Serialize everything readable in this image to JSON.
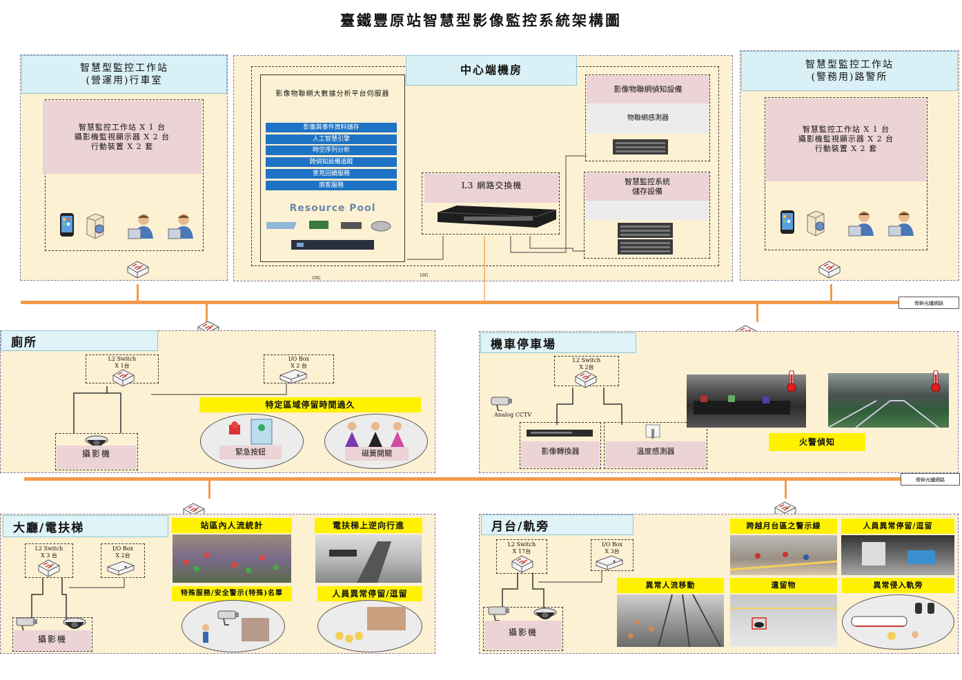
{
  "title": "臺鐵豐原站智慧型影像監控系統架構圖",
  "ops": {
    "header": [
      "智慧型監控工作站",
      "(營運用)行車室"
    ],
    "equip": [
      "智慧監控工作站 X 1 台",
      "攝影機監視顯示器 X 2 台",
      "行動裝置 X 2 套"
    ]
  },
  "police": {
    "header": [
      "智慧型監控工作站",
      "(警務用)路警所"
    ],
    "equip": [
      "智慧監控工作站 X 1 台",
      "攝影機監視顯示器 X 2 台",
      "行動裝置 X 2 套"
    ]
  },
  "center": {
    "header": "中心端機房",
    "platform_title": "影像物聯網大數據分析平台伺服器",
    "services": [
      "影像與事件資料儲存",
      "人工智慧引擎",
      "時空序列分析",
      "跨偵知設備追蹤",
      "意見回饋服務",
      "旅客服務"
    ],
    "resource_pool": "Resource Pool",
    "l3": "L3 網路交換機",
    "iot_title": "影像物聯網偵知設備",
    "iot_sensor": "物聯網感測器",
    "storage_title": [
      "智慧監控系統",
      "儲存設備"
    ],
    "link1": "10G",
    "link2": "10G"
  },
  "backbone": "骨幹光纖網路",
  "backbone2": "骨幹光纖網路",
  "toilet": {
    "header": "廁所",
    "l2": [
      "L2 Switch",
      "X 1台"
    ],
    "io": [
      "I/O Box",
      "X 2 台"
    ],
    "alert": "特定區域停留時間過久",
    "camera": "攝影機",
    "btn": "緊急按鈕",
    "reed": "磁簧開關"
  },
  "moto": {
    "header": "機車停車場",
    "l2": [
      "L2 Switch",
      "X 2台"
    ],
    "cctv": "Analog CCTV",
    "converter": "影像轉換器",
    "temp": "溫度感測器",
    "fire": "火警偵知"
  },
  "hall": {
    "header": "大廳/電扶梯",
    "l2": [
      "L2 Switch",
      "X 3 台"
    ],
    "io": [
      "I/O Box",
      "X 2台"
    ],
    "stat": "站區內人流統計",
    "reverse": "電扶梯上逆向行進",
    "special": "特殊服務/安全警示(特殊)名單",
    "abnormal": "人員異常停留/逗留",
    "camera": "攝影機"
  },
  "platform": {
    "header": "月台/軌旁",
    "l2": [
      "L2 Switch",
      "X 17台"
    ],
    "io": [
      "I/O Box",
      "X 3台"
    ],
    "cross": "跨越月台區之警示線",
    "stay": "人員異常停留/逗留",
    "flow": "異常人流移動",
    "left": "遺留物",
    "intrude": "異常侵入軌旁",
    "camera": "攝影機"
  },
  "colors": {
    "zone_bg": "#fdf1d3",
    "header_bg": "#d9f1f6",
    "pink": "#ecd3d6",
    "service_blue": "#1e73c4",
    "alert_yellow": "#fff200",
    "backbone_orange": "#f29a4a"
  }
}
